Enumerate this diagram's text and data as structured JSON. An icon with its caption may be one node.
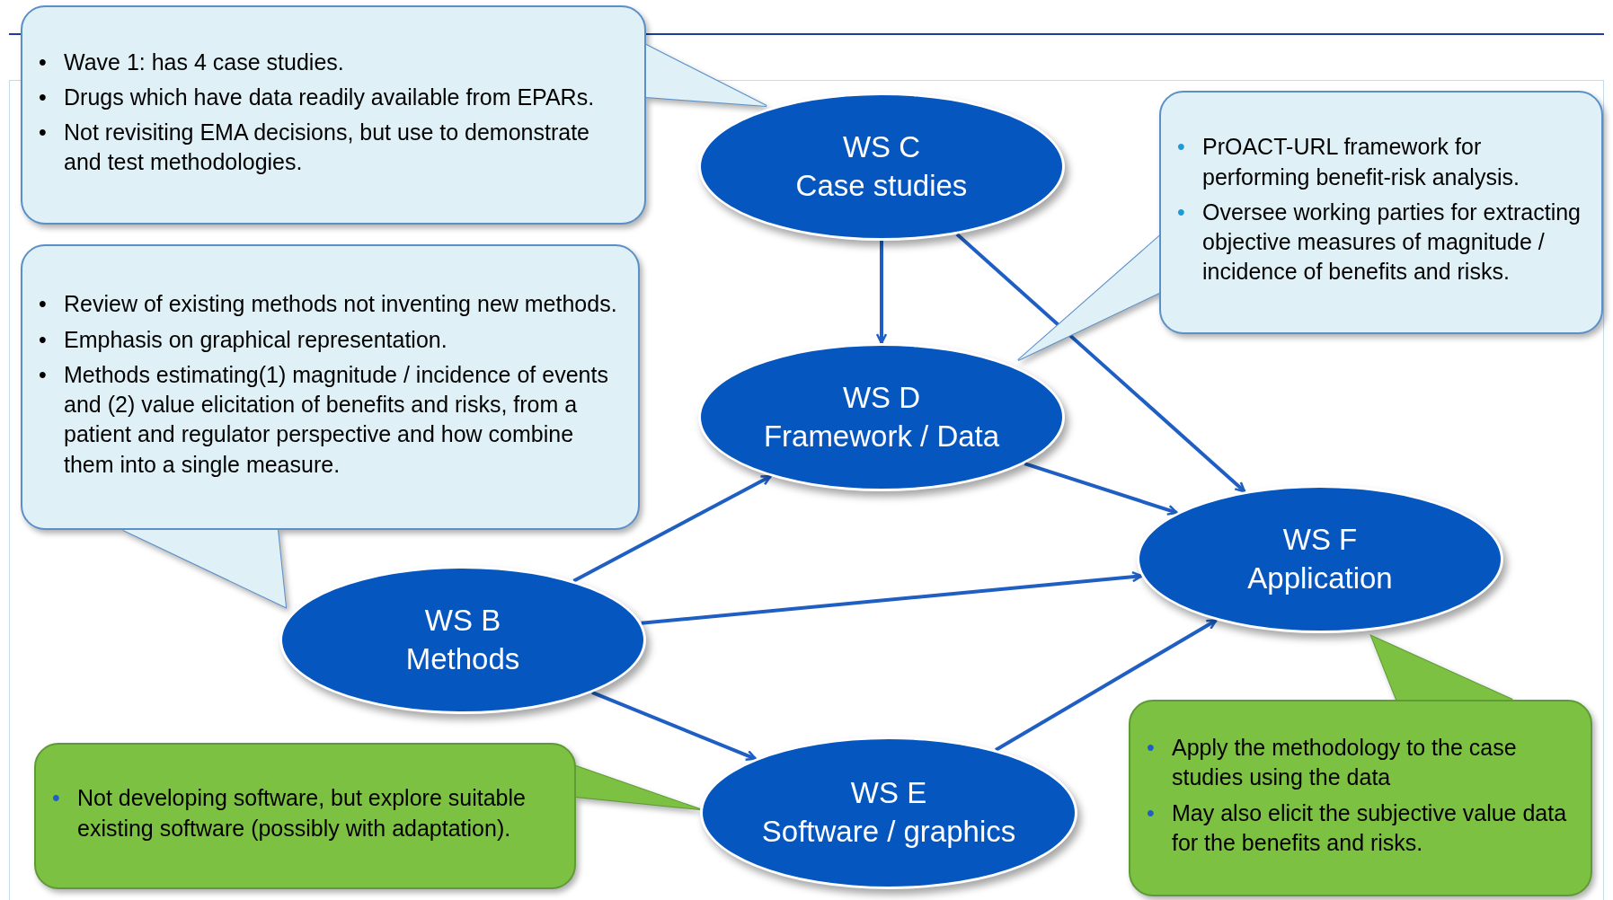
{
  "diagram": {
    "nodes": [
      {
        "text": [
          "• Wave 1: has 4 case studies.",
          "• Drugs which have data readily available from EPARs.",
          "• Not revisiting EMA decisions, but use to demonstrate and test methodologies."
        ]
      },
      {
        "text": [
          "WS C",
          "Case studies"
        ]
      },
      {
        "text": [
          "• PrOACT-URL framework for performing benefit-risk analysis.",
          "• Oversee working parties for extracting objective measures  of magnitude / incidence of benefits and risks."
        ]
      },
      {
        "text": [
          "• Review of  existing methods not inventing new methods.",
          "• Emphasis on graphical  representation.",
          "• Methods estimating(1) magnitude / incidence of events and (2) value elicitation of benefits and risks, from a patient and regulator perspective and how combine them into a single measure."
        ]
      },
      {
        "text": [
          "WS D",
          "Framework / Data"
        ]
      },
      {
        "text": [
          "WS F",
          "Application"
        ]
      },
      {
        "text": [
          "WS B",
          "Methods"
        ]
      },
      {
        "text": [
          "• Not developing software, but explore suitable existing software (possibly with adaptation)."
        ]
      },
      {
        "text": [
          "WS E",
          "Software / graphics"
        ]
      },
      {
        "text": [
          "• Apply the methodology to the case studies  using the data",
          "• May  also  elicit the subjective value data for the benefits and risks."
        ]
      }
    ],
    "edges": [
      {
        "from": 1,
        "to": 4,
        "arrow": "to"
      },
      {
        "from": 1,
        "to": 5,
        "arrow": "to"
      },
      {
        "from": 4,
        "to": 5,
        "arrow": "to"
      },
      {
        "from": 6,
        "to": 4,
        "arrow": "to"
      },
      {
        "from": 6,
        "to": 5,
        "arrow": "to"
      },
      {
        "from": 6,
        "to": 8,
        "arrow": "to"
      },
      {
        "from": 8,
        "to": 5,
        "arrow": "to"
      }
    ]
  }
}
